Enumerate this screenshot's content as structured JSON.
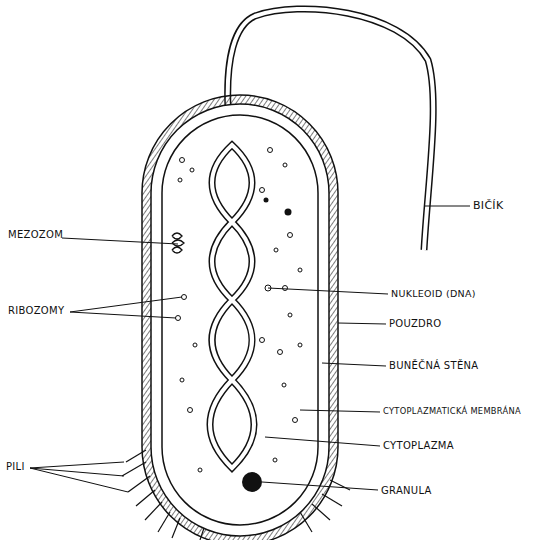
{
  "diagram": {
    "labels": [
      "MEZOZOM",
      "RIBOZOMY",
      "PILI",
      "BIČÍK",
      "NUKLEOID (DNA)",
      "POUZDRO",
      "BUNĚČNÁ STĚNA",
      "CYTOPLAZMATICKÁ MEMBRÁNA",
      "CYTOPLAZMA",
      "GRANULA"
    ]
  }
}
